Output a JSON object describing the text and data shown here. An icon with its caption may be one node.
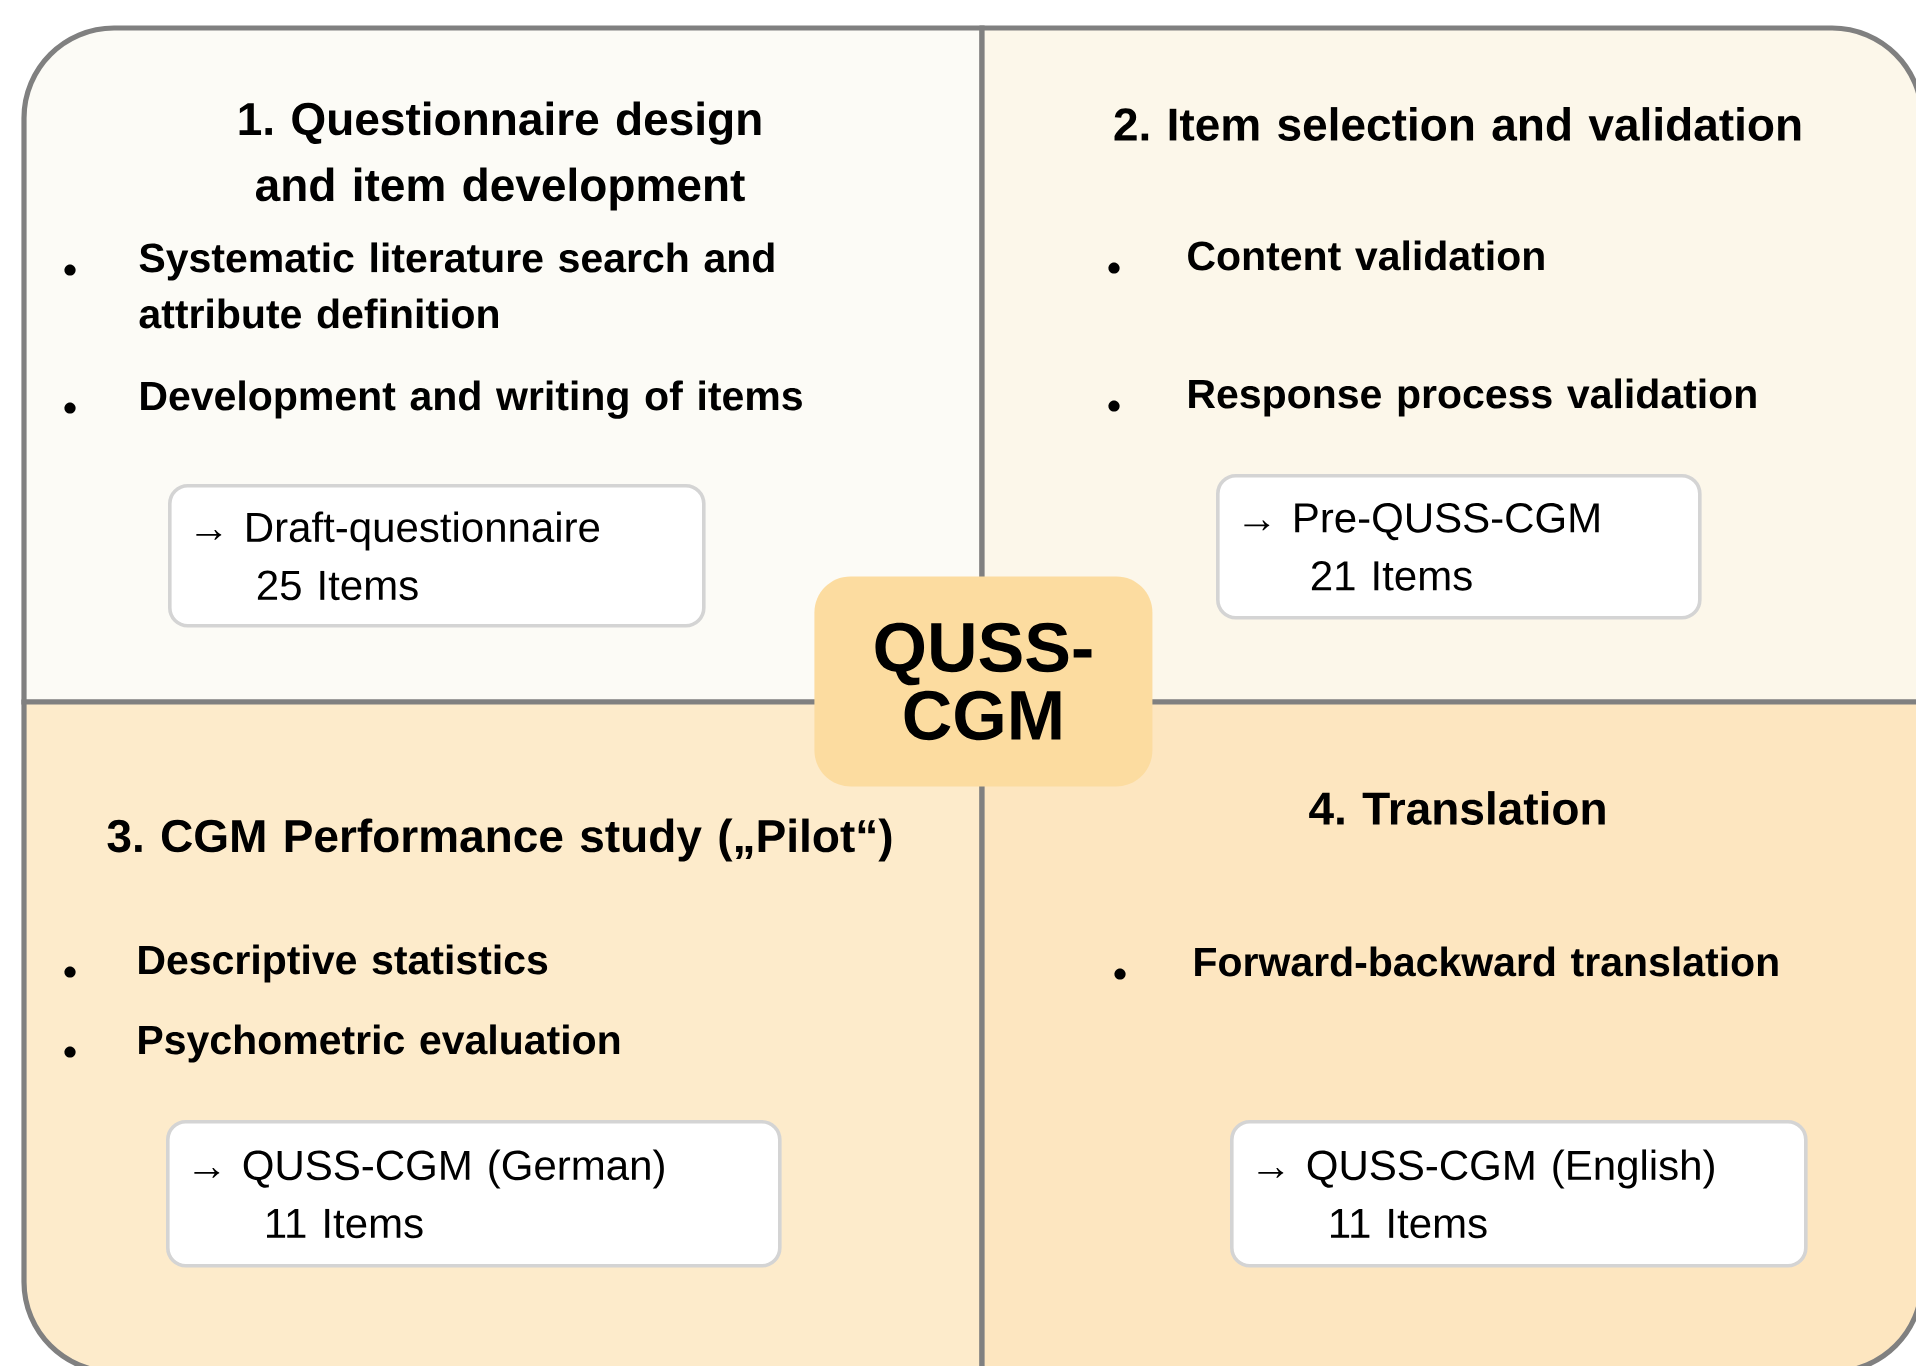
{
  "diagram": {
    "nodes": [
      {
        "text": [
          "1. Questionnaire design and item development",
          "Systematic literature search and attribute definition",
          "Development and writing of items"
        ]
      },
      {
        "text": [
          "→ Draft-questionnaire",
          "25 Items"
        ],
        "in": 0
      },
      {
        "text": [
          "2. Item selection and validation",
          "Content validation",
          "Response process validation"
        ]
      },
      {
        "text": [
          "→ Pre-QUSS-CGM",
          "21 Items"
        ],
        "in": 2
      },
      {
        "text": [
          "QUSS-CGM"
        ]
      },
      {
        "text": [
          "3. CGM Performance study („Pilot“)",
          "Descriptive statistics",
          "Psychometric evaluation"
        ]
      },
      {
        "text": [
          "→ QUSS-CGM (German)",
          "11 Items"
        ],
        "in": 5
      },
      {
        "text": [
          "4. Translation",
          "Forward-backward translation"
        ]
      },
      {
        "text": [
          "→ QUSS-CGM (English)",
          "11 Items"
        ],
        "in": 7
      }
    ]
  }
}
